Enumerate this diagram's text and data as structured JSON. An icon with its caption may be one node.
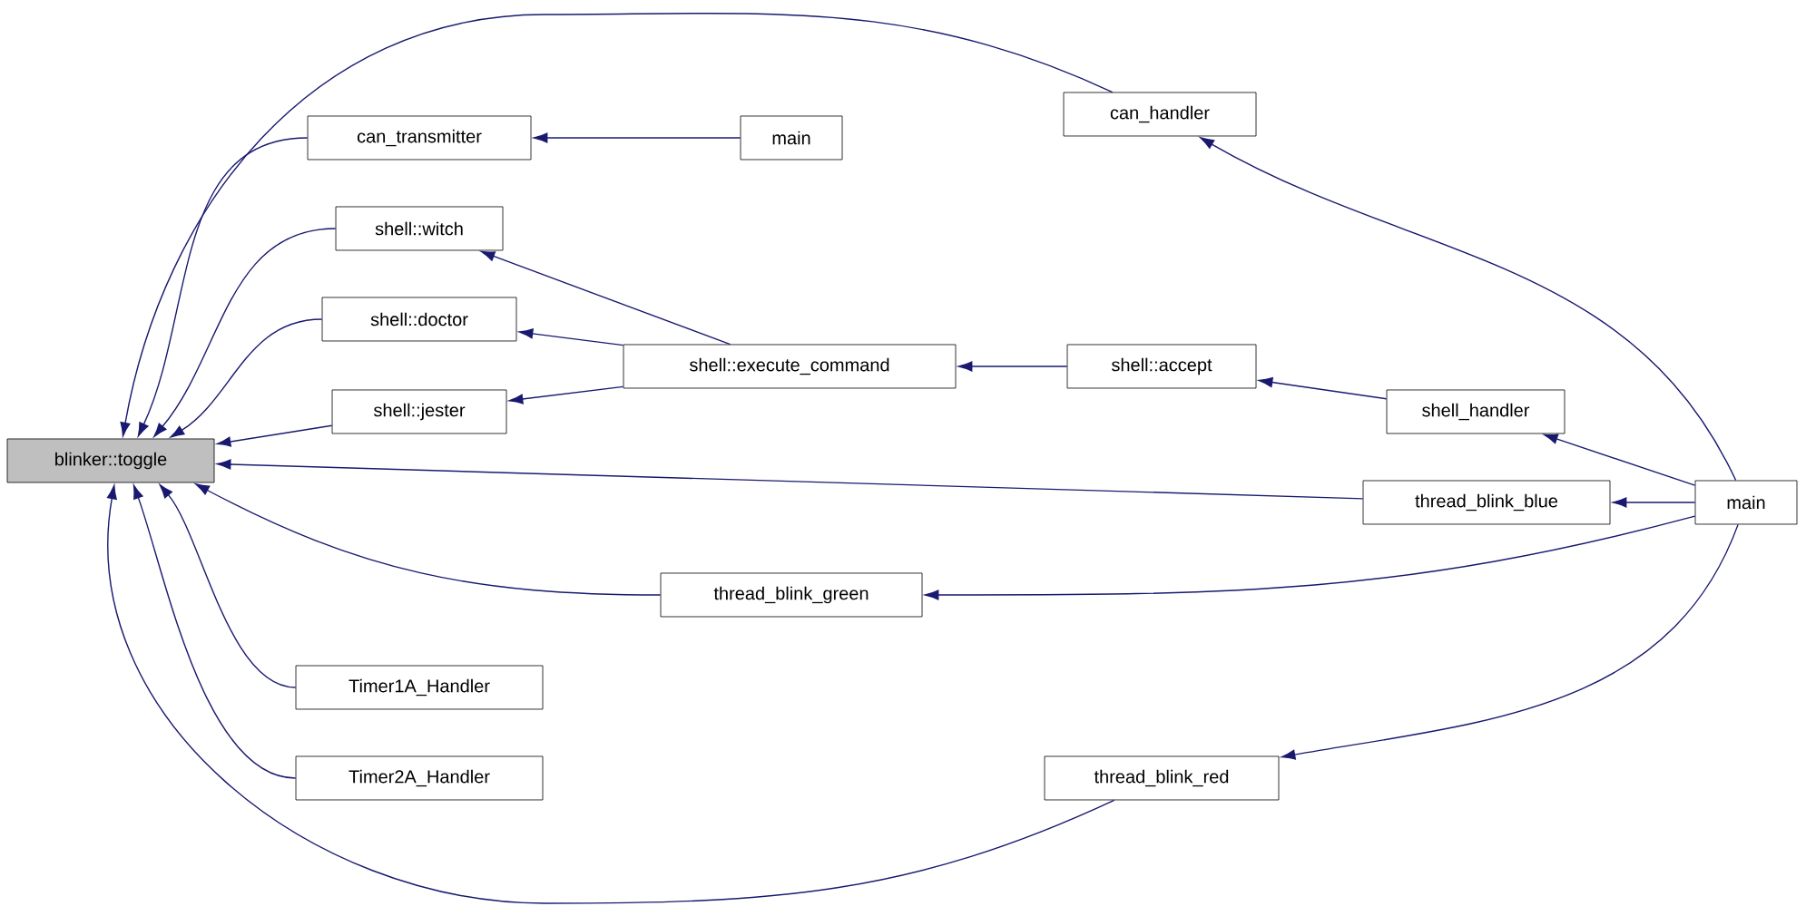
{
  "diagram": {
    "nodes": [
      {
        "text": [
          "blinker::toggle"
        ]
      },
      {
        "text": [
          "can_transmitter"
        ]
      },
      {
        "text": [
          "main"
        ]
      },
      {
        "text": [
          "can_handler"
        ]
      },
      {
        "text": [
          "shell::witch"
        ]
      },
      {
        "text": [
          "shell::doctor"
        ]
      },
      {
        "text": [
          "shell::jester"
        ]
      },
      {
        "text": [
          "shell::execute_command"
        ]
      },
      {
        "text": [
          "shell::accept"
        ]
      },
      {
        "text": [
          "shell_handler"
        ]
      },
      {
        "text": [
          "thread_blink_blue"
        ]
      },
      {
        "text": [
          "main"
        ]
      },
      {
        "text": [
          "thread_blink_green"
        ]
      },
      {
        "text": [
          "Timer1A_Handler"
        ]
      },
      {
        "text": [
          "Timer2A_Handler"
        ]
      },
      {
        "text": [
          "thread_blink_red"
        ]
      }
    ],
    "edges": [
      {
        "from": 1,
        "to": 0,
        "arrow": "to"
      },
      {
        "from": 2,
        "to": 1,
        "arrow": "to"
      },
      {
        "from": 3,
        "to": 0,
        "arrow": "to"
      },
      {
        "from": 11,
        "to": 3,
        "arrow": "to"
      },
      {
        "from": 4,
        "to": 0,
        "arrow": "to"
      },
      {
        "from": 5,
        "to": 0,
        "arrow": "to"
      },
      {
        "from": 6,
        "to": 0,
        "arrow": "to"
      },
      {
        "from": 7,
        "to": 4,
        "arrow": "to"
      },
      {
        "from": 7,
        "to": 5,
        "arrow": "to"
      },
      {
        "from": 7,
        "to": 6,
        "arrow": "to"
      },
      {
        "from": 8,
        "to": 7,
        "arrow": "to"
      },
      {
        "from": 9,
        "to": 8,
        "arrow": "to"
      },
      {
        "from": 11,
        "to": 9,
        "arrow": "to"
      },
      {
        "from": 10,
        "to": 0,
        "arrow": "to"
      },
      {
        "from": 11,
        "to": 10,
        "arrow": "to"
      },
      {
        "from": 12,
        "to": 0,
        "arrow": "to"
      },
      {
        "from": 11,
        "to": 12,
        "arrow": "to"
      },
      {
        "from": 13,
        "to": 0,
        "arrow": "to"
      },
      {
        "from": 14,
        "to": 0,
        "arrow": "to"
      },
      {
        "from": 15,
        "to": 0,
        "arrow": "to"
      },
      {
        "from": 11,
        "to": 15,
        "arrow": "to"
      }
    ]
  }
}
